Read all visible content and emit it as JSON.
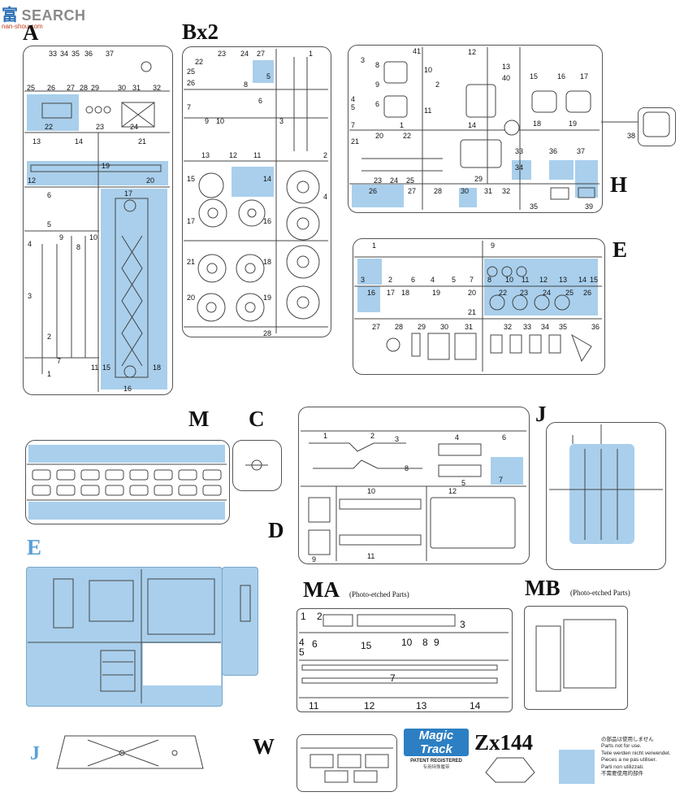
{
  "watermark": {
    "logo_text": "富",
    "brand": "SEARCH",
    "domain": "nan-shou.com"
  },
  "sprue_labels": {
    "A": "A",
    "Bx2": "Bx2",
    "H": "H",
    "E": "E",
    "M": "M",
    "C": "C",
    "D": "D",
    "J": "J",
    "E_blue": "E",
    "MA": "MA",
    "MB": "MB",
    "J_blue": "J",
    "W": "W",
    "Zx144": "Zx144"
  },
  "photo_etched_note": "(Photo-etched Parts)",
  "logo": {
    "name": "Magic Track",
    "patent": "PATENT REGISTERED",
    "sub": "专用特殊履带"
  },
  "notice_lines": [
    "の部品は使用しません",
    "Parts not for use.",
    "Teile werden nicht verwendet.",
    "Pieces a ne pas utiliser.",
    "Parti non utilizzati.",
    "不需要使用的部件"
  ],
  "part_numbers": {
    "A": [
      "33",
      "34",
      "35",
      "36",
      "37",
      "25",
      "26",
      "27",
      "28",
      "29",
      "30",
      "31",
      "32",
      "22",
      "23",
      "24",
      "13",
      "14",
      "21",
      "19",
      "20",
      "12",
      "6",
      "5",
      "17",
      "9",
      "10",
      "4",
      "3",
      "2",
      "1",
      "8",
      "7",
      "15",
      "16",
      "18",
      "11"
    ],
    "B": [
      "23",
      "22",
      "25",
      "24",
      "26",
      "27",
      "5",
      "1",
      "7",
      "8",
      "6",
      "9",
      "10",
      "11",
      "12",
      "13",
      "2",
      "3",
      "15",
      "14",
      "4",
      "17",
      "16",
      "21",
      "18",
      "20",
      "19",
      "28"
    ],
    "H": [
      "41",
      "12",
      "3",
      "8",
      "10",
      "2",
      "9",
      "13",
      "40",
      "15",
      "16",
      "17",
      "4",
      "5",
      "6",
      "11",
      "14",
      "18",
      "19",
      "7",
      "1",
      "20",
      "22",
      "33",
      "36",
      "37",
      "21",
      "34",
      "26",
      "27",
      "28",
      "30",
      "31",
      "32",
      "23",
      "24",
      "25",
      "29",
      "38",
      "35",
      "39"
    ],
    "E": [
      "1",
      "9",
      "3",
      "6",
      "2",
      "4",
      "5",
      "7",
      "8",
      "10",
      "11",
      "12",
      "13",
      "14",
      "15",
      "16",
      "17",
      "18",
      "19",
      "20",
      "22",
      "23",
      "24",
      "25",
      "26",
      "21",
      "27",
      "28",
      "29",
      "30",
      "31",
      "32",
      "33",
      "34",
      "35",
      "36"
    ],
    "D": [
      "1",
      "2",
      "3",
      "4",
      "5",
      "6",
      "7",
      "8",
      "9",
      "10",
      "11",
      "12"
    ],
    "MA": [
      "1",
      "2",
      "3",
      "4",
      "5",
      "6",
      "7",
      "8",
      "9",
      "10",
      "11",
      "12",
      "13",
      "14",
      "15"
    ]
  }
}
